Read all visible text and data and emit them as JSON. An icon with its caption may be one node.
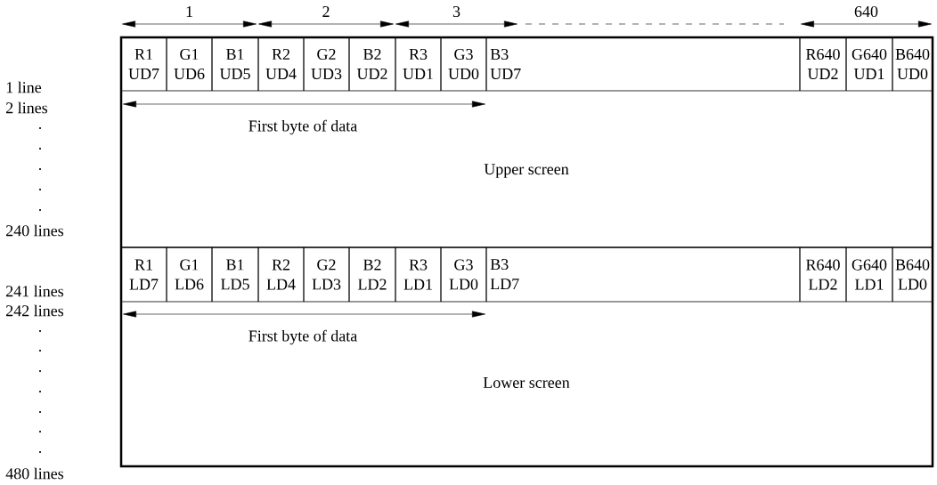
{
  "diagram": {
    "nodes": [
      {
        "text": [
          "Upper screen"
        ]
      },
      {
        "text": [
          "R1",
          "UD7"
        ],
        "in": 0
      },
      {
        "text": [
          "G1",
          "UD6"
        ],
        "in": 0
      },
      {
        "text": [
          "B1",
          "UD5"
        ],
        "in": 0
      },
      {
        "text": [
          "R2",
          "UD4"
        ],
        "in": 0
      },
      {
        "text": [
          "G2",
          "UD3"
        ],
        "in": 0
      },
      {
        "text": [
          "B2",
          "UD2"
        ],
        "in": 0
      },
      {
        "text": [
          "R3",
          "UD1"
        ],
        "in": 0
      },
      {
        "text": [
          "G3",
          "UD0"
        ],
        "in": 0
      },
      {
        "text": [
          "B3",
          "UD7"
        ],
        "in": 0
      },
      {
        "text": [
          "R640",
          "UD2"
        ],
        "in": 0
      },
      {
        "text": [
          "G640",
          "UD1"
        ],
        "in": 0
      },
      {
        "text": [
          "B640",
          "UD0"
        ],
        "in": 0
      },
      {
        "text": [
          "Lower screen"
        ]
      },
      {
        "text": [
          "R1",
          "LD7"
        ],
        "in": 13
      },
      {
        "text": [
          "G1",
          "LD6"
        ],
        "in": 13
      },
      {
        "text": [
          "B1",
          "LD5"
        ],
        "in": 13
      },
      {
        "text": [
          "R2",
          "LD4"
        ],
        "in": 13
      },
      {
        "text": [
          "G2",
          "LD3"
        ],
        "in": 13
      },
      {
        "text": [
          "B2",
          "LD2"
        ],
        "in": 13
      },
      {
        "text": [
          "R3",
          "LD1"
        ],
        "in": 13
      },
      {
        "text": [
          "G3",
          "LD0"
        ],
        "in": 13
      },
      {
        "text": [
          "B3",
          "LD7"
        ],
        "in": 13
      },
      {
        "text": [
          "R640",
          "LD2"
        ],
        "in": 13
      },
      {
        "text": [
          "G640",
          "LD1"
        ],
        "in": 13
      },
      {
        "text": [
          "B640",
          "LD0"
        ],
        "in": 13
      }
    ],
    "labels": [
      "1",
      "2",
      "3",
      "640",
      "1 line",
      "2 lines",
      "First byte of data",
      "240 lines",
      "241 lines",
      "242 lines",
      "First byte of data",
      "480 lines"
    ]
  }
}
